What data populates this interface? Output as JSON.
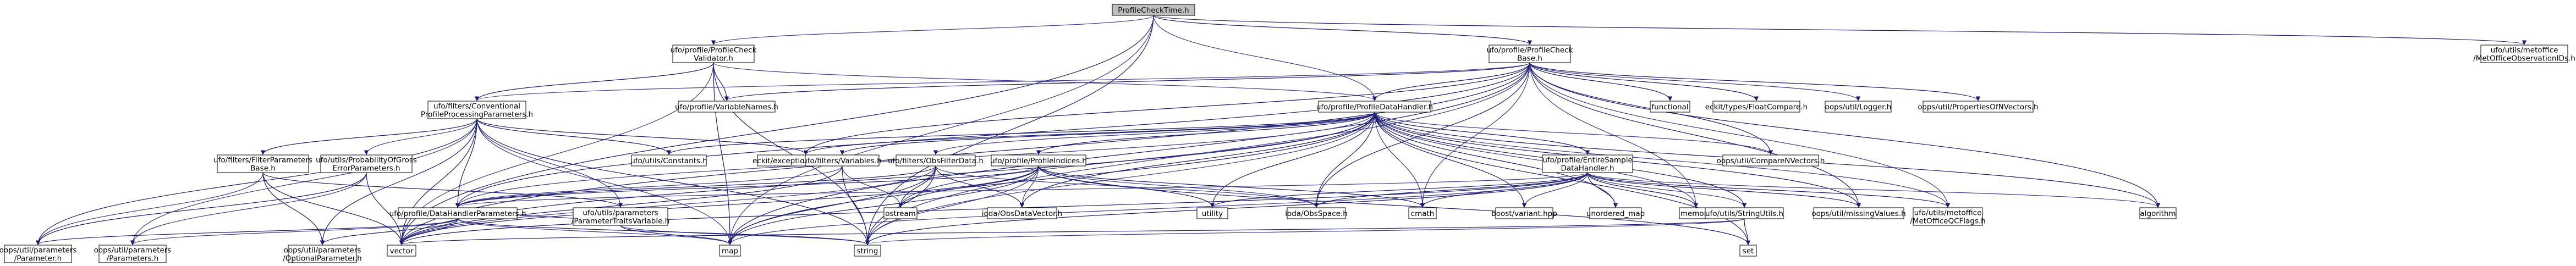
{
  "colors": {
    "root_fill": "#bfbfbf",
    "node_fill": "#ffffff",
    "node_border": "#000000",
    "undocumented_border": "#ff0000",
    "edge": "#191970",
    "edge_alt": "#3b3b8f"
  },
  "nodes": {
    "root": {
      "lines": [
        "ProfileCheckTime.h"
      ]
    },
    "validator": {
      "lines": [
        "ufo/profile/ProfileCheck",
        "Validator.h"
      ]
    },
    "checkbase": {
      "lines": [
        "ufo/profile/ProfileCheck",
        "Base.h"
      ]
    },
    "metoffice_obs": {
      "lines": [
        "ufo/utils/metoffice",
        "/MetOfficeObservationIDs.h"
      ]
    },
    "conventional": {
      "lines": [
        "ufo/filters/Conventional",
        "ProfileProcessingParameters.h"
      ]
    },
    "varnames": {
      "lines": [
        "ufo/profile/VariableNames.h"
      ]
    },
    "datahandler": {
      "lines": [
        "ufo/profile/ProfileDataHandler.h"
      ]
    },
    "functional": {
      "lines": [
        "functional"
      ]
    },
    "floatcompare": {
      "lines": [
        "eckit/types/FloatCompare.h"
      ]
    },
    "logger": {
      "lines": [
        "oops/util/Logger.h"
      ]
    },
    "propsofvectors": {
      "lines": [
        "oops/util/PropertiesOfNVectors.h"
      ]
    },
    "filterparams": {
      "lines": [
        "ufo/filters/FilterParameters",
        "Base.h"
      ]
    },
    "probgross": {
      "lines": [
        "ufo/utils/ProbabilityOfGross",
        "ErrorParameters.h"
      ]
    },
    "constants": {
      "lines": [
        "ufo/utils/Constants.h"
      ]
    },
    "exceptions": {
      "lines": [
        "eckit/exception/Exceptions.h"
      ]
    },
    "variables": {
      "lines": [
        "ufo/filters/Variables.h"
      ]
    },
    "obsfilterdata": {
      "lines": [
        "ufo/filters/ObsFilterData.h"
      ]
    },
    "profileindices": {
      "lines": [
        "ufo/profile/ProfileIndices.h"
      ]
    },
    "entiresample": {
      "lines": [
        "ufo/profile/EntireSample",
        "DataHandler.h"
      ]
    },
    "comparenvectors": {
      "lines": [
        "oops/util/CompareNVectors.h"
      ]
    },
    "paramtransvar": {
      "lines": [
        "ufo/utils/parameters",
        "/ParameterTraitsVariable.h"
      ]
    },
    "pdhparams": {
      "lines": [
        "ufo/profile/DataHandlerParameters.h"
      ]
    },
    "ostream": {
      "lines": [
        "ostream"
      ]
    },
    "obsdatavector": {
      "lines": [
        "ioda/ObsDataVector.h"
      ]
    },
    "utility": {
      "lines": [
        "utility"
      ]
    },
    "obsspace": {
      "lines": [
        "ioda/ObsSpace.h"
      ]
    },
    "cmath": {
      "lines": [
        "cmath"
      ]
    },
    "boostvariant": {
      "lines": [
        "boost/variant.hpp"
      ]
    },
    "unorderedmap": {
      "lines": [
        "unordered_map"
      ]
    },
    "memory": {
      "lines": [
        "memory"
      ]
    },
    "stringutils": {
      "lines": [
        "ufo/utils/StringUtils.h"
      ]
    },
    "missingvalues": {
      "lines": [
        "oops/util/missingValues.h"
      ]
    },
    "metofficeqc": {
      "lines": [
        "ufo/utils/metoffice",
        "/MetOfficeQCFlags.h"
      ]
    },
    "algorithm": {
      "lines": [
        "algorithm"
      ]
    },
    "parameter": {
      "lines": [
        "oops/util/parameters",
        "/Parameter.h"
      ]
    },
    "parameters": {
      "lines": [
        "oops/util/parameters",
        "/Parameters.h"
      ]
    },
    "vector": {
      "lines": [
        "vector"
      ]
    },
    "optionalparam": {
      "lines": [
        "oops/util/parameters",
        "/OptionalParameter.h"
      ]
    },
    "map": {
      "lines": [
        "map"
      ]
    },
    "string": {
      "lines": [
        "string"
      ]
    },
    "set": {
      "lines": [
        "set"
      ]
    }
  }
}
